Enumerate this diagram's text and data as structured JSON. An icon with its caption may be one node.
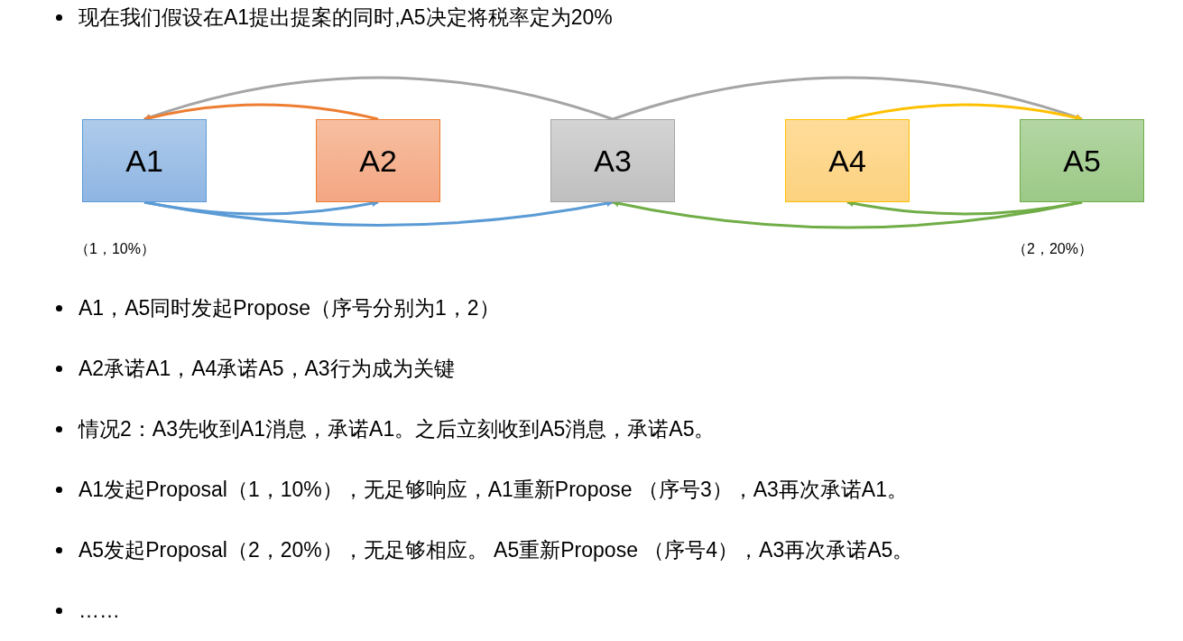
{
  "diagram": {
    "title": "现在我们假设在A1提出提案的同时,A5决定将税率定为20%",
    "nodes": [
      {
        "text": [
          "A1"
        ],
        "beside": [
          "（1，10%）"
        ]
      },
      {
        "text": [
          "A2"
        ]
      },
      {
        "text": [
          "A3"
        ]
      },
      {
        "text": [
          "A4"
        ]
      },
      {
        "text": [
          "A5"
        ],
        "beside": [
          "（2，20%）"
        ]
      }
    ],
    "edges": [
      {
        "from": 2,
        "to": 0,
        "arrow": "to",
        "color": "#a5a5a5"
      },
      {
        "from": 2,
        "to": 4,
        "arrow": "to",
        "color": "#a5a5a5"
      },
      {
        "from": 1,
        "to": 0,
        "arrow": "to",
        "color": "#ed7d31"
      },
      {
        "from": 3,
        "to": 4,
        "arrow": "to",
        "color": "#ffc000"
      },
      {
        "from": 0,
        "to": 1,
        "arrow": "to",
        "color": "#5b9bd5"
      },
      {
        "from": 0,
        "to": 2,
        "arrow": "to",
        "color": "#5b9bd5"
      },
      {
        "from": 4,
        "to": 3,
        "arrow": "to",
        "color": "#70ad47"
      },
      {
        "from": 4,
        "to": 2,
        "arrow": "to",
        "color": "#70ad47"
      }
    ],
    "labels": [
      "A1，A5同时发起Propose（序号分别为1，2）",
      "A2承诺A1，A4承诺A5，A3行为成为关键",
      "情况2：A3先收到A1消息，承诺A1。之后立刻收到A5消息，承诺A5。",
      "A1发起Proposal（1，10%），无足够响应，A1重新Propose （序号3），A3再次承诺A1。",
      "A5发起Proposal（2，20%），无足够相应。 A5重新Propose （序号4），A3再次承诺A5。",
      "……"
    ]
  }
}
